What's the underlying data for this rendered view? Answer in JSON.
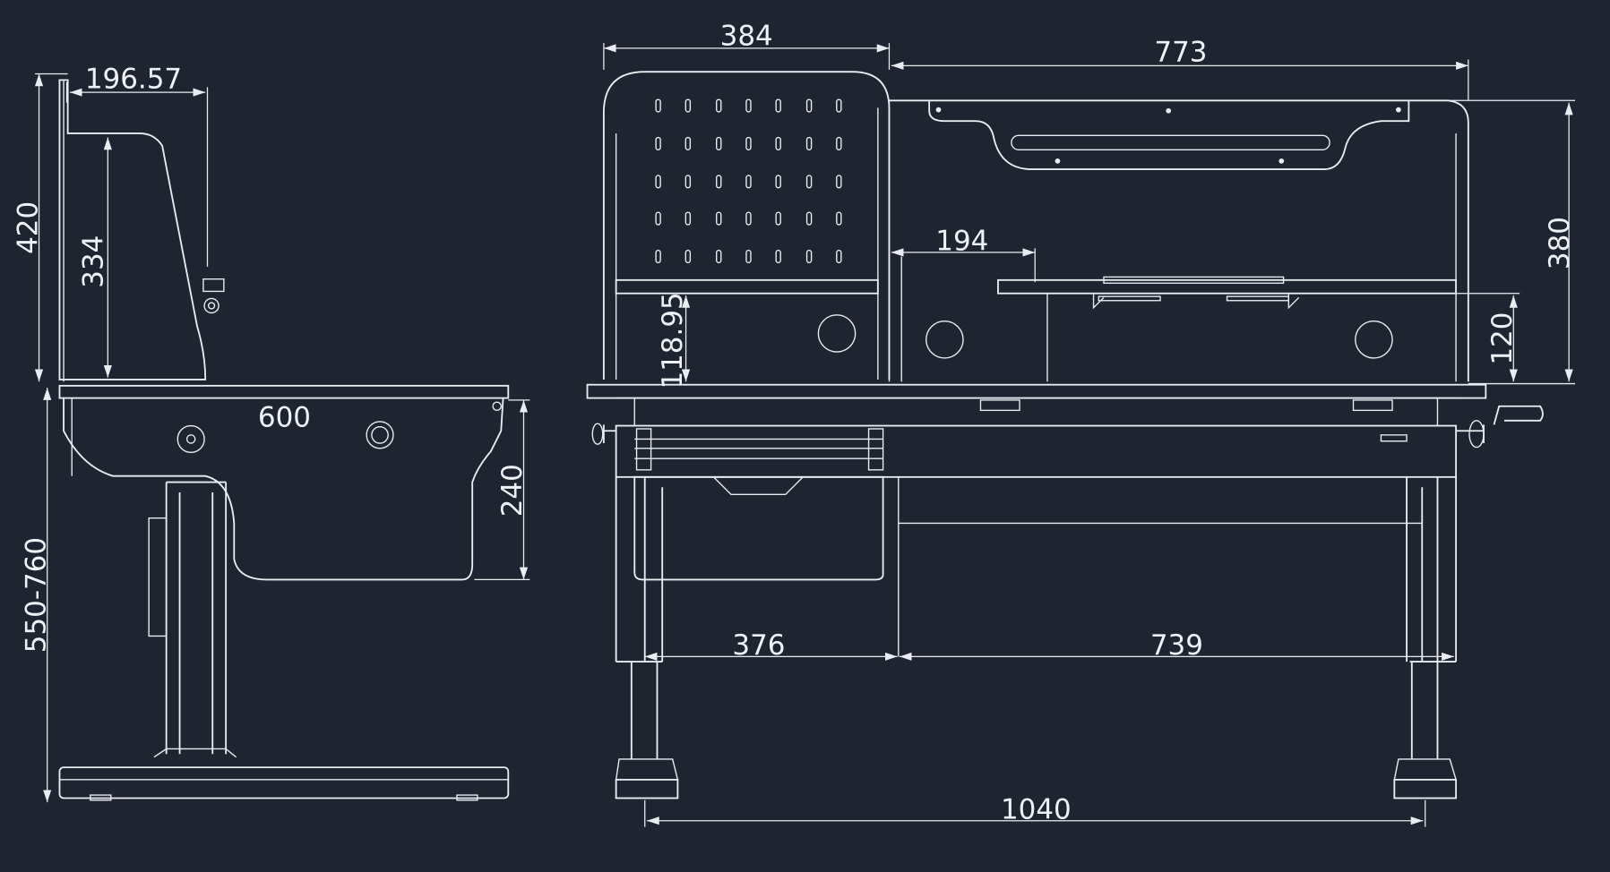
{
  "dimensions": {
    "side_panel_depth": "196.57",
    "side_total_height": "420",
    "side_panel_height": "334",
    "side_desk_depth": "600",
    "side_drawer_height": "240",
    "side_adjust_range": "550-760",
    "front_pegboard_width": "384",
    "front_top_width": "773",
    "front_shelf_gap": "194",
    "front_ledge_height": "118.95",
    "front_panel_height": "380",
    "front_shelf_height": "120",
    "front_drawer_width": "376",
    "front_right_width": "739",
    "front_total_width": "1040"
  },
  "colors": {
    "background": "#1f2530",
    "line": "#e9edf2"
  }
}
